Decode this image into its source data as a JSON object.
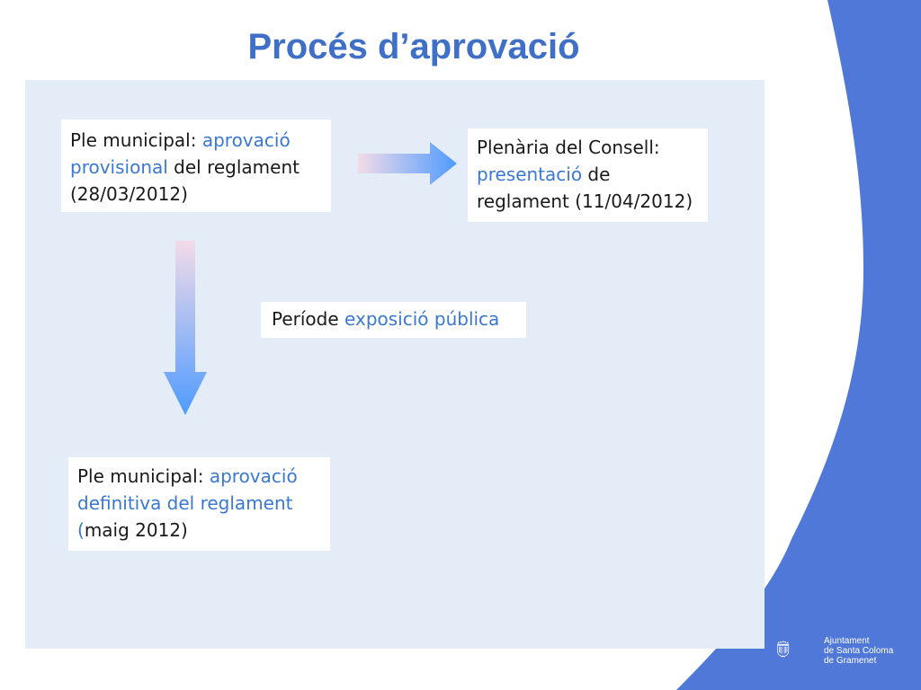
{
  "slide": {
    "title": "Procés d’aprovació"
  },
  "steps": [
    {
      "prefix": "Ple municipal: ",
      "highlight_1": "aprovació",
      "line_break": "provisional",
      "rest": " del reglament",
      "tail": "(28/03/2012)"
    },
    {
      "prefix": "Plenària del Consell:",
      "highlight_1": "presentació",
      "rest": " de",
      "tail": "reglament (11/04/2012)"
    },
    {
      "prefix": "Període ",
      "highlight_1": "exposició pública"
    },
    {
      "prefix": "Ple municipal: ",
      "highlight_1": "aprovació",
      "line2": "definitiva del reglament",
      "paren": "(",
      "tail": "maig 2012)"
    }
  ],
  "logo": {
    "line1": "Ajuntament",
    "line2": "de Santa Coloma",
    "line3": "de Gramenet"
  },
  "colors": {
    "title": "#3f6fc6",
    "highlight": "#3a78d3",
    "panel": "#e4ecf8",
    "side_band": "#4f78d8"
  }
}
